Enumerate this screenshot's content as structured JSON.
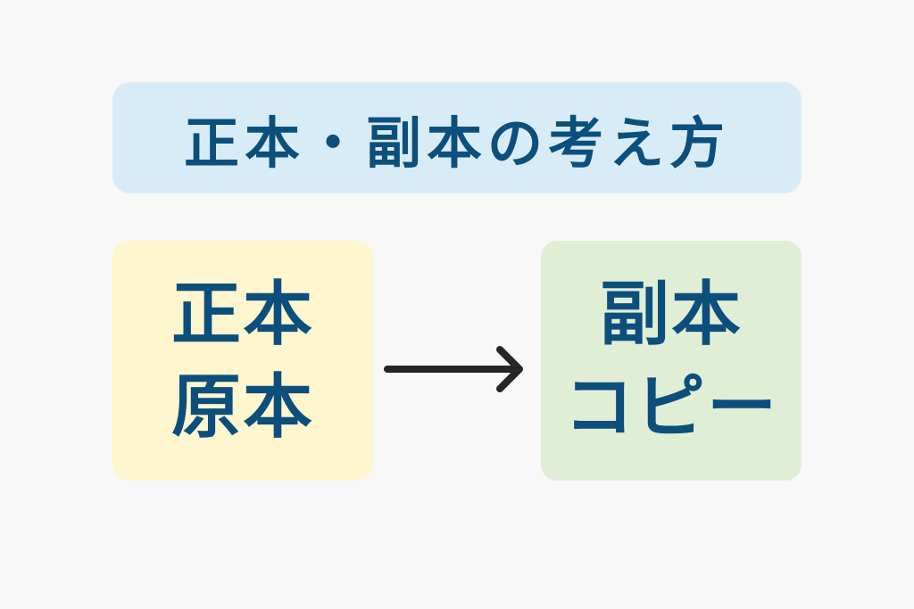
{
  "title": "正本・副本の考え方",
  "original": {
    "lines": [
      "正本",
      "原本"
    ]
  },
  "copy": {
    "lines": [
      "副本",
      "コピー"
    ]
  },
  "colors": {
    "background": "#f8f8f8",
    "title_box": "#d8ecf8",
    "original_box": "#fdf6cf",
    "copy_box": "#e1eed6",
    "text": "#0c4f7c",
    "arrow": "#262626"
  },
  "arrow_icon": "arrow-right-icon"
}
